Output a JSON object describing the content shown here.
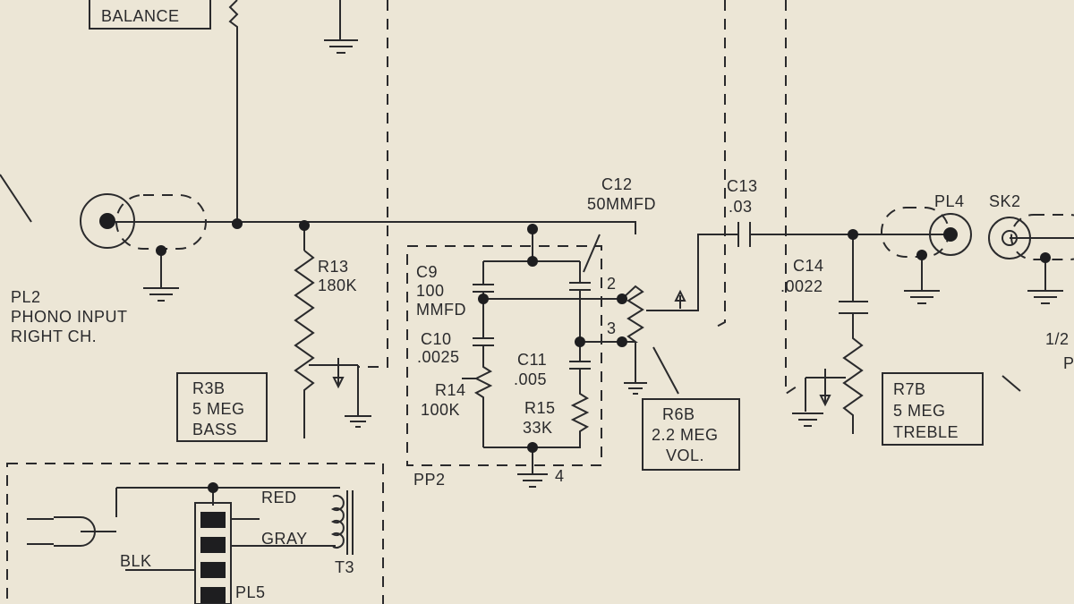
{
  "title": "Phono amplifier schematic (partial)",
  "colors": {
    "paper": "#ece6d6",
    "ink": "#2a2a2c"
  },
  "labels": {
    "balance": "BALANCE",
    "pl2": "PL2",
    "phono_input": "PHONO INPUT",
    "right_ch": "RIGHT CH.",
    "r13_name": "R13",
    "r13_value": "180K",
    "r3b_name": "R3B",
    "r3b_value": "5 MEG",
    "r3b_func": "BASS",
    "c9_name": "C9",
    "c9_value": "100",
    "c9_unit": "MMFD",
    "c10_name": "C10",
    "c10_value": ".0025",
    "r14_name": "R14",
    "r14_value": "100K",
    "c11_name": "C11",
    "c11_value": ".005",
    "r15_name": "R15",
    "r15_value": "33K",
    "pp2": "PP2",
    "pin4": "4",
    "pin2": "2",
    "pin3": "3",
    "c12_name": "C12",
    "c12_value": "50MMFD",
    "r6b_name": "R6B",
    "r6b_value": "2.2 MEG",
    "r6b_func": "VOL.",
    "c13_name": "C13",
    "c13_value": ".03",
    "c14_name": "C14",
    "c14_value": ".0022",
    "pl4": "PL4",
    "sk2": "SK2",
    "r7b_name": "R7B",
    "r7b_value": "5 MEG",
    "r7b_func": "TREBLE",
    "half": "1/2",
    "p_partial": "P",
    "red": "RED",
    "gray": "GRAY",
    "blk": "BLK",
    "t3": "T3",
    "pl5": "PL5"
  }
}
